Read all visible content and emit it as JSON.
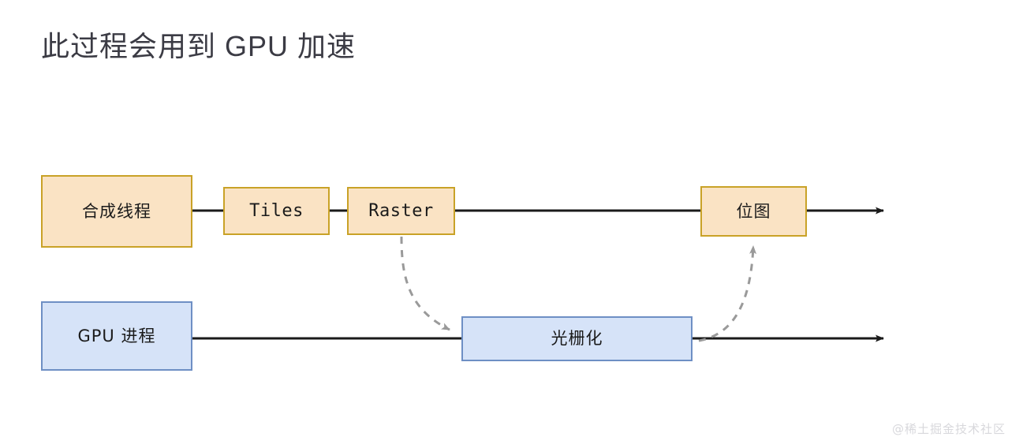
{
  "page": {
    "title": "此过程会用到 GPU 加速",
    "watermark": "@稀土掘金技术社区",
    "background": "#ffffff"
  },
  "colors": {
    "orange_fill": "#fae3c4",
    "orange_border": "#c9a227",
    "blue_fill": "#d6e3f8",
    "blue_border": "#6e8fc4",
    "solid_line": "#1a1a1a",
    "dashed_line": "#9a9a9a",
    "title_text": "#3b3b44",
    "node_text": "#1b1b1b",
    "watermark_text": "#d8d8dc"
  },
  "diagram": {
    "type": "flow",
    "lanes": [
      {
        "name": "compositor-lane",
        "label": "合成线程",
        "style": "orange"
      },
      {
        "name": "gpu-lane",
        "label": "GPU 进程",
        "style": "blue"
      }
    ],
    "nodes": [
      {
        "id": "composite-thread",
        "label": "合成线程",
        "style": "orange",
        "font": "cjk",
        "lane": "compositor-lane"
      },
      {
        "id": "tiles",
        "label": "Tiles",
        "style": "orange",
        "font": "mono",
        "lane": "compositor-lane"
      },
      {
        "id": "raster",
        "label": "Raster",
        "style": "orange",
        "font": "mono",
        "lane": "compositor-lane"
      },
      {
        "id": "bitmap",
        "label": "位图",
        "style": "orange",
        "font": "cjk",
        "lane": "compositor-lane"
      },
      {
        "id": "gpu-process",
        "label": "GPU 进程",
        "style": "blue",
        "font": "cjk",
        "lane": "gpu-lane"
      },
      {
        "id": "rasterization",
        "label": "光栅化",
        "style": "blue",
        "font": "cjk",
        "lane": "gpu-lane"
      }
    ],
    "edges": [
      {
        "id": "composite-thread-to-tiles",
        "from": "composite-thread",
        "to": "tiles",
        "style": "solid",
        "arrow": false
      },
      {
        "id": "tiles-to-raster",
        "from": "tiles",
        "to": "raster",
        "style": "solid",
        "arrow": false
      },
      {
        "id": "raster-to-bitmap",
        "from": "raster",
        "to": "bitmap",
        "style": "solid",
        "arrow": false
      },
      {
        "id": "bitmap-to-end",
        "from": "bitmap",
        "to": "timeline-end",
        "style": "solid",
        "arrow": true
      },
      {
        "id": "gpu-process-to-rasterization",
        "from": "gpu-process",
        "to": "rasterization",
        "style": "solid",
        "arrow": false
      },
      {
        "id": "rasterization-to-end",
        "from": "rasterization",
        "to": "timeline-end",
        "style": "solid",
        "arrow": true
      },
      {
        "id": "raster-to-rasterization",
        "from": "raster",
        "to": "rasterization",
        "style": "dashed",
        "arrow": true
      },
      {
        "id": "rasterization-to-bitmap",
        "from": "rasterization",
        "to": "bitmap",
        "style": "dashed",
        "arrow": true
      }
    ]
  }
}
